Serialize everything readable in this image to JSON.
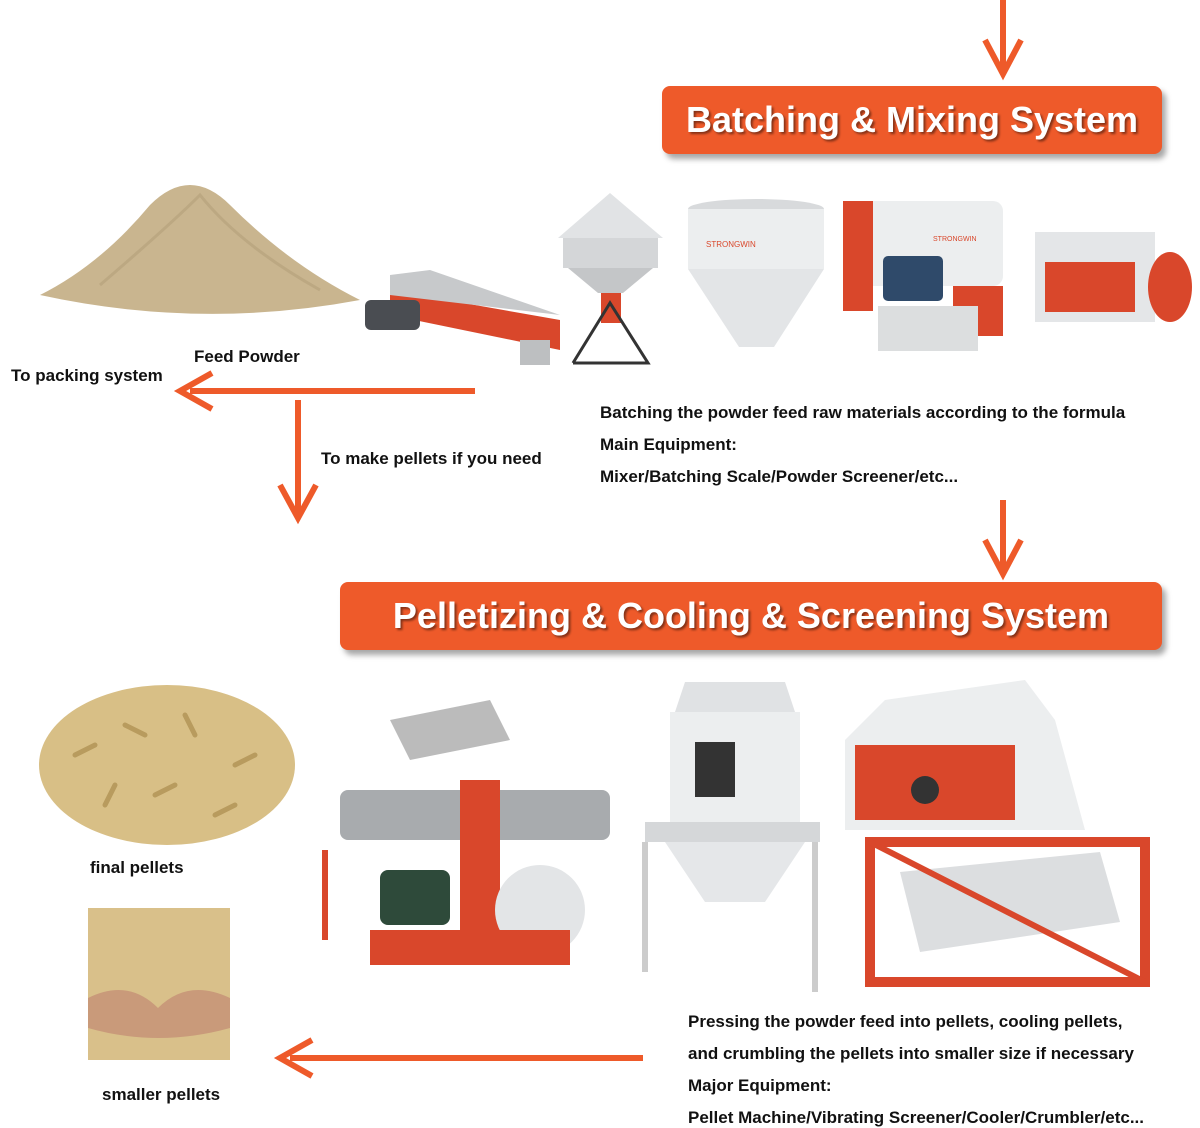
{
  "colors": {
    "accent": "#ee5a2a",
    "machine_white": "#e9ecee",
    "machine_red": "#d9472b",
    "powder": "#c9b58f",
    "pellet": "#d8bf86"
  },
  "top": {
    "banner": "Batching & Mixing System",
    "feed_powder_label": "Feed Powder",
    "to_packing_label": "To packing system",
    "to_pellets_label": "To make pellets if you need",
    "description": [
      "Batching the powder feed raw materials according to the formula",
      "Main Equipment:",
      "Mixer/Batching Scale/Powder Screener/etc..."
    ],
    "brand": "STRONGWIN"
  },
  "bottom": {
    "banner": "Pelletizing & Cooling & Screening System",
    "final_pellets_label": "final pellets",
    "smaller_pellets_label": "smaller pellets",
    "description": [
      "Pressing the powder feed into pellets, cooling pellets,",
      "and crumbling the pellets into smaller size if necessary",
      "Major Equipment:",
      "Pellet Machine/Vibrating Screener/Cooler/Crumbler/etc..."
    ]
  }
}
